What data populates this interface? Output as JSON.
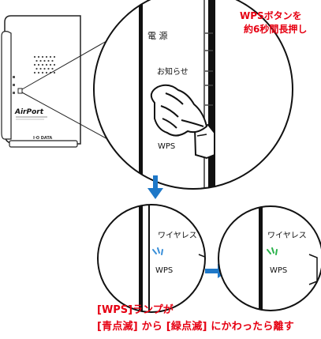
{
  "instruction_top": {
    "line1": "WPSボタンを",
    "line2": "約6秒間長押し"
  },
  "device": {
    "brand_logo": "AirPort",
    "maker_logo": "I·O DATA"
  },
  "zoom_main": {
    "label_power": "電 源",
    "label_notice": "お知らせ",
    "label_wps": "WPS"
  },
  "zoom_before": {
    "label_wireless": "ワイヤレス",
    "label_wps": "WPS",
    "blink_color": "#3a8fd8",
    "blink_meaning": "青点滅"
  },
  "zoom_after": {
    "label_wireless": "ワイヤレス",
    "label_wps": "WPS",
    "blink_color": "#2bb24c",
    "blink_meaning": "緑点滅"
  },
  "instruction_bottom": {
    "line1": "[WPS]ランプが",
    "line2": "[青点滅] から [緑点滅] にかわったら離す"
  },
  "colors": {
    "instruction": "#e60012",
    "arrow": "#1e78c8",
    "outline": "#222222"
  }
}
